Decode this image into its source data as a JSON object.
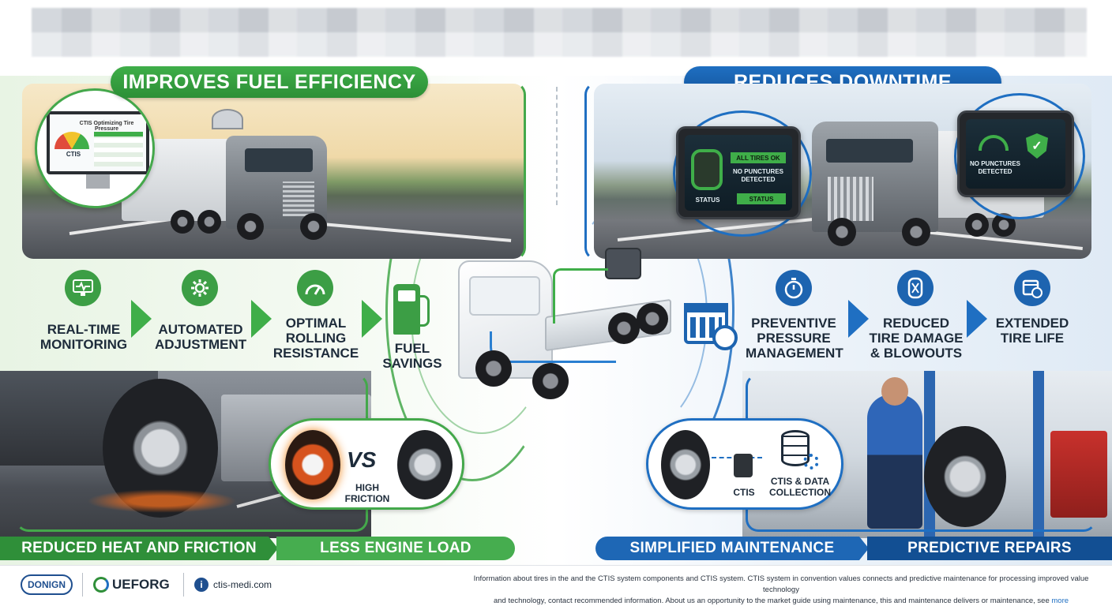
{
  "left": {
    "header": "IMPROVES FUEL EFFICIENCY",
    "monitor": {
      "title": "CTIS Optimizing Tire Pressure",
      "gauge_label": "CTIS"
    },
    "steps": [
      {
        "icon": "monitor-pulse-icon",
        "label": "REAL-TIME MONITORING"
      },
      {
        "icon": "gear-wrench-icon",
        "label": "AUTOMATED ADJUSTMENT"
      },
      {
        "icon": "gauge-icon",
        "label": "OPTIMAL ROLLING RESISTANCE"
      },
      {
        "icon": "fuel-pump-icon",
        "label": "FUEL SAVINGS"
      }
    ],
    "compare": {
      "vs": "VS",
      "caption": "HIGH FRICTION"
    },
    "bottom_bars": [
      "REDUCED HEAT AND FRICTION",
      "LESS ENGINE LOAD"
    ]
  },
  "right": {
    "header": "REDUCES DOWNTIME",
    "tablet_left": {
      "line1": "ALL TIRES OK",
      "line2": "NO PUNCTURES DETECTED",
      "status_left": "STATUS",
      "status_button": "STATUS"
    },
    "tablet_right": {
      "line1": "NO PUNCTURES DETECTED"
    },
    "steps": [
      {
        "icon": "calendar-clock-icon",
        "label": "PREVENTIVE PRESSURE MANAGEMENT"
      },
      {
        "icon": "stopwatch-icon",
        "label": "REDUCED TIRE DAMAGE & BLOWOUTS"
      },
      {
        "icon": "calendar-clock-icon",
        "label": "EXTENDED TIRE LIFE"
      }
    ],
    "data_box": {
      "unit": "CTIS",
      "label": "CTIS & DATA COLLECTION"
    },
    "bottom_bars": [
      "SIMPLIFIED MAINTENANCE",
      "PREDICTIVE REPAIRS"
    ]
  },
  "footer": {
    "logo1": "DONIGN",
    "logo2": "UEFORG",
    "site": "ctis-medi.com",
    "info_line1": "Information about tires in the and the CTIS system components and CTIS system. CTIS system in convention values connects and predictive maintenance for processing improved value technology",
    "info_line2": "and technology, contact recommended information. About us an opportunity to the market guide using maintenance, this and maintenance delivers or maintenance, see",
    "info_link": "more www.mamorgomedia.com."
  },
  "colors": {
    "green": "#3fae49",
    "blue": "#1f6fc2"
  }
}
